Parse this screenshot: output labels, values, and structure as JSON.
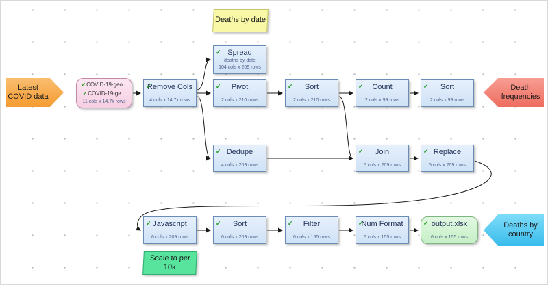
{
  "icons": {
    "check": "✓"
  },
  "colors": {
    "node_blue": "#cfe2f6",
    "input_pink": "#f6cfe2",
    "output_green": "#c6efc6",
    "note_yellow": "#f8f8a6",
    "note_green": "#58e49d",
    "marker_orange": "#f59c31",
    "marker_red": "#ee6d60",
    "marker_cyan": "#38bbec",
    "check_green": "#1f9c1f"
  },
  "markers": {
    "latest_covid": "Latest COVID data",
    "death_frequencies": "Death frequencies",
    "deaths_by_country": "Deaths by country"
  },
  "notes": {
    "deaths_by_date": "Deaths by date",
    "scale_per_10k": "Scale to per 10k"
  },
  "nodes": {
    "input": {
      "file1": "COVID-19-geo...",
      "file2": "COVID-19-ge...",
      "sub": "11 cols x 14.7k rows"
    },
    "remove_cols": {
      "title": "Remove Cols",
      "sub": "4 cols x 14.7k rows"
    },
    "spread": {
      "title": "Spread",
      "name": "deaths by date",
      "sub": "104 cols x 209 rows"
    },
    "pivot": {
      "title": "Pivot",
      "sub": "2 cols x 210 rows"
    },
    "sort1": {
      "title": "Sort",
      "sub": "2 cols x 210 rows"
    },
    "count": {
      "title": "Count",
      "sub": "2 cols x 99 rows"
    },
    "sort2": {
      "title": "Sort",
      "sub": "2 cols x 99 rows"
    },
    "dedupe": {
      "title": "Dedupe",
      "sub": "4 cols x 209 rows"
    },
    "join": {
      "title": "Join",
      "sub": "5 cols x 209 rows"
    },
    "replace": {
      "title": "Replace",
      "sub": "5 cols x 209 rows"
    },
    "javascript": {
      "title": "Javascript",
      "sub": "6 cols x 209 rows"
    },
    "sort3": {
      "title": "Sort",
      "sub": "6 cols x 209 rows"
    },
    "filter": {
      "title": "Filter",
      "sub": "6 cols x 155 rows"
    },
    "num_format": {
      "title": "Num Format",
      "sub": "6 cols x 155 rows"
    },
    "output": {
      "title": "output.xlsx",
      "sub": "6 cols x 155 rows"
    }
  }
}
